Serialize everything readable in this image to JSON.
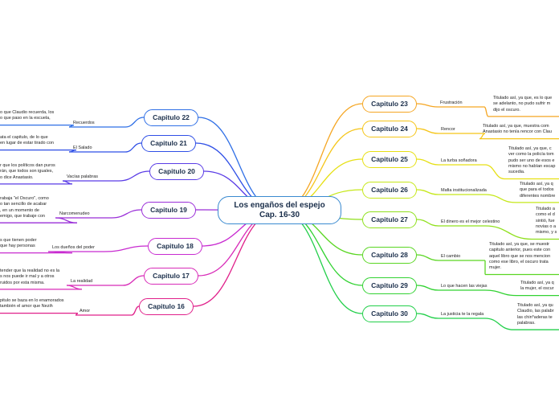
{
  "central": {
    "line1": "Los engaños del espejo",
    "line2": "Cap. 16-30"
  },
  "right": [
    {
      "chapter": "Capitulo 23",
      "subtopic": "Frustración",
      "color": "#f5a623",
      "note": "Titulado así, ya que, es lo que\nse adelanto, no pudo sufrir m\ndijo el oscuro."
    },
    {
      "chapter": "Capitulo 24",
      "subtopic": "Rencor",
      "color": "#f5c518",
      "note": "Titulado así, ya que, muestra com\nAnastasio no tenía rencor con Clau"
    },
    {
      "chapter": "Capitulo 25",
      "subtopic": "La turba soñadora",
      "color": "#e6e014",
      "note": "Titulado así, ya que, c\nver como la policía tom\npudo ser uno de esos e\nmismo no habían escap\nsucedia."
    },
    {
      "chapter": "Capitulo 26",
      "subtopic": "Mafia institucionalizada",
      "color": "#c6e81a",
      "note": "Titulado así, ya q\nque para el todos\ndiferentes nombre"
    },
    {
      "chapter": "Capitulo 27",
      "subtopic": "El dinero es el mejor celestino",
      "color": "#8fe01c",
      "note": "Titulado a\ncomo el d\nsintió, fue\nnovias o a\nmismo, y s"
    },
    {
      "chapter": "Capitulo 28",
      "subtopic": "El cambio",
      "color": "#5ad622",
      "note": "Titulado así, ya que, se muestr\ncapitulo anterior, pues este con\naquel libro que se nos mencion\ncomo ese libro, el oscuro trata\nmujer."
    },
    {
      "chapter": "Capitulo 29",
      "subtopic": "Lo que hacen las viejas",
      "color": "#32d232",
      "note": "Titulado así, ya q\nla mujer, el oscur"
    },
    {
      "chapter": "Capitulo 30",
      "subtopic": "La justicia te la regala",
      "color": "#22cf4a",
      "note": "Titulado así, ya qu\nClaudio, las palabr\nlas chin*aderas te\npalabras."
    }
  ],
  "left": [
    {
      "chapter": "Capitulo 22",
      "subtopic": "Recuerdos",
      "color": "#2f6fe6",
      "note": "o que Claudio recuerda, los\no que paso en la escuela,"
    },
    {
      "chapter": "Capitulo 21",
      "subtopic": "El Salado",
      "color": "#2f4fe6",
      "note": "ata el capitulo, de lo que\nen lugar de estar tirado con"
    },
    {
      "chapter": "Capitulo 20",
      "subtopic": "Vacías palabras",
      "color": "#5a3ce6",
      "note": "r que los políticos dan puros\nrán, que todos son iguales,\no dice Anastasio."
    },
    {
      "chapter": "Capitulo 19",
      "subtopic": "Narcomenudeo",
      "color": "#9a2fd8",
      "note": "rabaja \"el Oscuro\", como\no tan sencillo de acabar\n, en un momento de\nemigo, que trabaje con"
    },
    {
      "chapter": "Capitulo 18",
      "subtopic": "Los dueños del poder",
      "color": "#c82bd0",
      "note": "s que tienen poder\nque hay personas"
    },
    {
      "chapter": "Capitulo 17",
      "subtopic": "La realidad",
      "color": "#d82bb8",
      "note": "tender que la realidad no es la\ns nos puede ir mal y a otros\nruidos por esta misma."
    },
    {
      "chapter": "Capitulo 16",
      "subtopic": "Amor",
      "color": "#e0208a",
      "note": "pitulo se baza en lo enamorados\ntambién el amor que Nezih"
    }
  ]
}
